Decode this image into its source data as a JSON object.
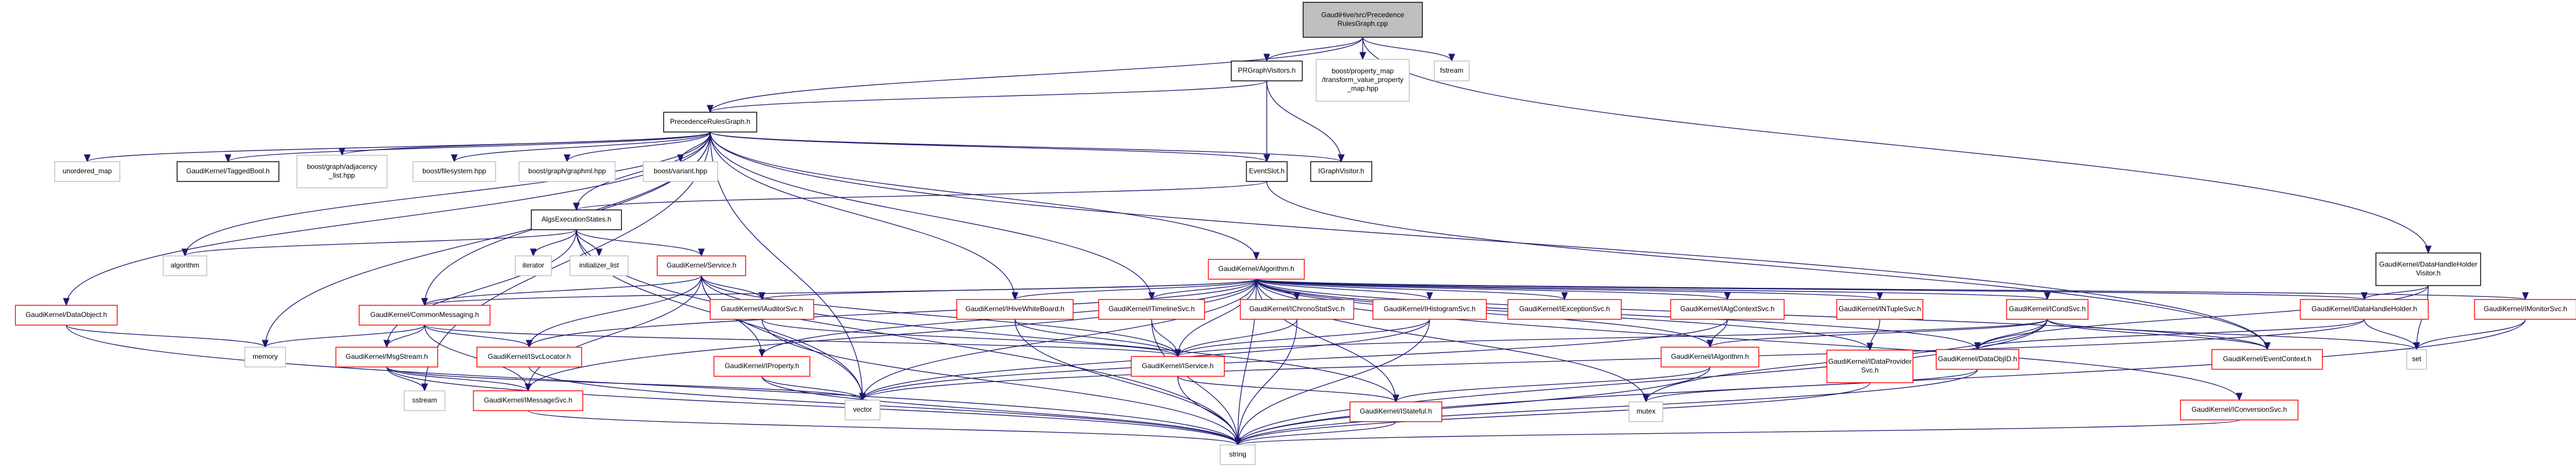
{
  "title": "GaudiHive/src/PrecedenceRulesGraph.cpp include dependency graph",
  "colors": {
    "edge": "#191970",
    "root_fill": "#bfbfbf",
    "documented_border": "#000000",
    "undocumented_border": "#ff0000",
    "system_border": "#bfbfbf"
  },
  "nodes": [
    {
      "id": "cpp",
      "label": [
        "GaudiHive/src/Precedence",
        "RulesGraph.cpp"
      ],
      "kind": "root"
    },
    {
      "id": "prgv",
      "label": [
        "PRGraphVisitors.h"
      ],
      "kind": "doc"
    },
    {
      "id": "pmap",
      "label": [
        "boost/property_map",
        "/transform_value_property",
        "_map.hpp"
      ],
      "kind": "sys"
    },
    {
      "id": "fstream",
      "label": [
        "fstream"
      ],
      "kind": "sys"
    },
    {
      "id": "prg",
      "label": [
        "PrecedenceRulesGraph.h"
      ],
      "kind": "doc"
    },
    {
      "id": "eventslot",
      "label": [
        "EventSlot.h"
      ],
      "kind": "doc"
    },
    {
      "id": "igv",
      "label": [
        "IGraphVisitor.h"
      ],
      "kind": "doc"
    },
    {
      "id": "umap",
      "label": [
        "unordered_map"
      ],
      "kind": "sys"
    },
    {
      "id": "tagged",
      "label": [
        "GaudiKernel/TaggedBool.h"
      ],
      "kind": "doc"
    },
    {
      "id": "adj",
      "label": [
        "boost/graph/adjacency",
        "_list.hpp"
      ],
      "kind": "sys"
    },
    {
      "id": "fs",
      "label": [
        "boost/filesystem.hpp"
      ],
      "kind": "sys"
    },
    {
      "id": "graphml",
      "label": [
        "boost/graph/graphml.hpp"
      ],
      "kind": "sys"
    },
    {
      "id": "variant",
      "label": [
        "boost/variant.hpp"
      ],
      "kind": "sys"
    },
    {
      "id": "aes",
      "label": [
        "AlgsExecutionStates.h"
      ],
      "kind": "doc"
    },
    {
      "id": "algorithm",
      "label": [
        "algorithm"
      ],
      "kind": "sys"
    },
    {
      "id": "iterator",
      "label": [
        "iterator"
      ],
      "kind": "sys"
    },
    {
      "id": "initlist",
      "label": [
        "initializer_list"
      ],
      "kind": "sys"
    },
    {
      "id": "service",
      "label": [
        "GaudiKernel/Service.h"
      ],
      "kind": "red"
    },
    {
      "id": "galg",
      "label": [
        "GaudiKernel/Algorithm.h"
      ],
      "kind": "red"
    },
    {
      "id": "dhhv",
      "label": [
        "GaudiKernel/DataHandleHolder",
        "Visitor.h"
      ],
      "kind": "doc"
    },
    {
      "id": "dataobj",
      "label": [
        "GaudiKernel/DataObject.h"
      ],
      "kind": "red"
    },
    {
      "id": "memory",
      "label": [
        "memory"
      ],
      "kind": "sys"
    },
    {
      "id": "commsg",
      "label": [
        "GaudiKernel/CommonMessaging.h"
      ],
      "kind": "red"
    },
    {
      "id": "msgstream",
      "label": [
        "GaudiKernel/MsgStream.h"
      ],
      "kind": "red"
    },
    {
      "id": "isvcloc",
      "label": [
        "GaudiKernel/ISvcLocator.h"
      ],
      "kind": "red"
    },
    {
      "id": "sstream",
      "label": [
        "sstream"
      ],
      "kind": "sys"
    },
    {
      "id": "imsgsvc",
      "label": [
        "GaudiKernel/IMessageSvc.h"
      ],
      "kind": "red"
    },
    {
      "id": "iauditor",
      "label": [
        "GaudiKernel/IAuditorSvc.h"
      ],
      "kind": "red"
    },
    {
      "id": "iproperty",
      "label": [
        "GaudiKernel/IProperty.h"
      ],
      "kind": "red"
    },
    {
      "id": "vector",
      "label": [
        "vector"
      ],
      "kind": "sys"
    },
    {
      "id": "ihive",
      "label": [
        "GaudiKernel/IHiveWhiteBoard.h"
      ],
      "kind": "red"
    },
    {
      "id": "itimeline",
      "label": [
        "GaudiKernel/ITimelineSvc.h"
      ],
      "kind": "red"
    },
    {
      "id": "ichrono",
      "label": [
        "GaudiKernel/IChronoStatSvc.h"
      ],
      "kind": "red"
    },
    {
      "id": "ihisto",
      "label": [
        "GaudiKernel/IHistogramSvc.h"
      ],
      "kind": "red"
    },
    {
      "id": "iexcept",
      "label": [
        "GaudiKernel/IExceptionSvc.h"
      ],
      "kind": "red"
    },
    {
      "id": "ialgctx",
      "label": [
        "GaudiKernel/IAlgContextSvc.h"
      ],
      "kind": "red"
    },
    {
      "id": "intuple",
      "label": [
        "GaudiKernel/INTupleSvc.h"
      ],
      "kind": "red"
    },
    {
      "id": "icond",
      "label": [
        "GaudiKernel/ICondSvc.h"
      ],
      "kind": "red"
    },
    {
      "id": "idhh",
      "label": [
        "GaudiKernel/IDataHandleHolder.h"
      ],
      "kind": "red"
    },
    {
      "id": "imonitor",
      "label": [
        "GaudiKernel/IMonitorSvc.h"
      ],
      "kind": "red"
    },
    {
      "id": "iservice",
      "label": [
        "GaudiKernel/IService.h"
      ],
      "kind": "red"
    },
    {
      "id": "istateful",
      "label": [
        "GaudiKernel/IStateful.h"
      ],
      "kind": "red"
    },
    {
      "id": "mutex",
      "label": [
        "mutex"
      ],
      "kind": "sys"
    },
    {
      "id": "ialgorithm",
      "label": [
        "GaudiKernel/IAlgorithm.h"
      ],
      "kind": "red"
    },
    {
      "id": "idataprov",
      "label": [
        "GaudiKernel/IDataProvider",
        "Svc.h"
      ],
      "kind": "red"
    },
    {
      "id": "dataobjid",
      "label": [
        "GaudiKernel/DataObjID.h"
      ],
      "kind": "red"
    },
    {
      "id": "eventctx",
      "label": [
        "GaudiKernel/EventContext.h"
      ],
      "kind": "red"
    },
    {
      "id": "set",
      "label": [
        "set"
      ],
      "kind": "sys"
    },
    {
      "id": "iconv",
      "label": [
        "GaudiKernel/IConversionSvc.h"
      ],
      "kind": "red"
    },
    {
      "id": "string",
      "label": [
        "string"
      ],
      "kind": "sys"
    }
  ],
  "edges": [
    [
      "cpp",
      "prgv"
    ],
    [
      "cpp",
      "pmap"
    ],
    [
      "cpp",
      "fstream"
    ],
    [
      "cpp",
      "prg"
    ],
    [
      "cpp",
      "dhhv"
    ],
    [
      "prgv",
      "prg"
    ],
    [
      "prgv",
      "eventslot"
    ],
    [
      "prgv",
      "igv"
    ],
    [
      "prg",
      "umap"
    ],
    [
      "prg",
      "tagged"
    ],
    [
      "prg",
      "adj"
    ],
    [
      "prg",
      "fs"
    ],
    [
      "prg",
      "graphml"
    ],
    [
      "prg",
      "variant"
    ],
    [
      "prg",
      "aes"
    ],
    [
      "prg",
      "eventslot"
    ],
    [
      "prg",
      "igv"
    ],
    [
      "prg",
      "algorithm"
    ],
    [
      "prg",
      "memory"
    ],
    [
      "prg",
      "dataobj"
    ],
    [
      "prg",
      "commsg"
    ],
    [
      "prg",
      "galg"
    ],
    [
      "prg",
      "ihive"
    ],
    [
      "prg",
      "itimeline"
    ],
    [
      "prg",
      "sstream"
    ],
    [
      "prg",
      "vector"
    ],
    [
      "prg",
      "eventctx"
    ],
    [
      "eventslot",
      "aes"
    ],
    [
      "eventslot",
      "eventctx"
    ],
    [
      "aes",
      "algorithm"
    ],
    [
      "aes",
      "iterator"
    ],
    [
      "aes",
      "initlist"
    ],
    [
      "aes",
      "service"
    ],
    [
      "aes",
      "msgstream"
    ],
    [
      "aes",
      "string"
    ],
    [
      "aes",
      "vector"
    ],
    [
      "service",
      "commsg"
    ],
    [
      "service",
      "iauditor"
    ],
    [
      "service",
      "iservice"
    ],
    [
      "service",
      "isvcloc"
    ],
    [
      "service",
      "iproperty"
    ],
    [
      "service",
      "vector"
    ],
    [
      "service",
      "istateful"
    ],
    [
      "service",
      "imsgsvc"
    ],
    [
      "galg",
      "commsg"
    ],
    [
      "galg",
      "iauditor"
    ],
    [
      "galg",
      "ihive"
    ],
    [
      "galg",
      "itimeline"
    ],
    [
      "galg",
      "ichrono"
    ],
    [
      "galg",
      "ihisto"
    ],
    [
      "galg",
      "iexcept"
    ],
    [
      "galg",
      "ialgctx"
    ],
    [
      "galg",
      "intuple"
    ],
    [
      "galg",
      "icond"
    ],
    [
      "galg",
      "imonitor"
    ],
    [
      "galg",
      "iproperty"
    ],
    [
      "galg",
      "iservice"
    ],
    [
      "galg",
      "istateful"
    ],
    [
      "galg",
      "ialgorithm"
    ],
    [
      "galg",
      "idataprov"
    ],
    [
      "galg",
      "dataobjid"
    ],
    [
      "galg",
      "eventctx"
    ],
    [
      "galg",
      "mutex"
    ],
    [
      "galg",
      "vector"
    ],
    [
      "galg",
      "string"
    ],
    [
      "galg",
      "iconv"
    ],
    [
      "galg",
      "imsgsvc"
    ],
    [
      "galg",
      "isvcloc"
    ],
    [
      "galg",
      "idhh"
    ],
    [
      "dhhv",
      "idhh"
    ],
    [
      "dhhv",
      "set"
    ],
    [
      "dhhv",
      "dataobjid"
    ],
    [
      "dataobj",
      "memory"
    ],
    [
      "dataobj",
      "string"
    ],
    [
      "commsg",
      "memory"
    ],
    [
      "commsg",
      "msgstream"
    ],
    [
      "commsg",
      "isvcloc"
    ],
    [
      "commsg",
      "imsgsvc"
    ],
    [
      "commsg",
      "iservice"
    ],
    [
      "msgstream",
      "sstream"
    ],
    [
      "msgstream",
      "imsgsvc"
    ],
    [
      "msgstream",
      "string"
    ],
    [
      "msgstream",
      "vector"
    ],
    [
      "isvcloc",
      "string"
    ],
    [
      "imsgsvc",
      "string"
    ],
    [
      "iauditor",
      "iservice"
    ],
    [
      "iauditor",
      "string"
    ],
    [
      "iproperty",
      "vector"
    ],
    [
      "iproperty",
      "string"
    ],
    [
      "ihive",
      "iservice"
    ],
    [
      "ihive",
      "string"
    ],
    [
      "itimeline",
      "iservice"
    ],
    [
      "itimeline",
      "string"
    ],
    [
      "ichrono",
      "iservice"
    ],
    [
      "ichrono",
      "string"
    ],
    [
      "ihisto",
      "iservice"
    ],
    [
      "ihisto",
      "vector"
    ],
    [
      "ihisto",
      "string"
    ],
    [
      "ialgctx",
      "ialgorithm"
    ],
    [
      "ialgctx",
      "vector"
    ],
    [
      "intuple",
      "idataprov"
    ],
    [
      "icond",
      "ialgorithm"
    ],
    [
      "icond",
      "dataobjid"
    ],
    [
      "icond",
      "eventctx"
    ],
    [
      "icond",
      "set"
    ],
    [
      "icond",
      "mutex"
    ],
    [
      "icond",
      "string"
    ],
    [
      "icond",
      "iservice"
    ],
    [
      "idhh",
      "dataobjid"
    ],
    [
      "idhh",
      "set"
    ],
    [
      "idhh",
      "vector"
    ],
    [
      "imonitor",
      "set"
    ],
    [
      "imonitor",
      "string"
    ],
    [
      "iservice",
      "istateful"
    ],
    [
      "iservice",
      "string"
    ],
    [
      "istateful",
      "string"
    ],
    [
      "ialgorithm",
      "istateful"
    ],
    [
      "ialgorithm",
      "string"
    ],
    [
      "idataprov",
      "string"
    ],
    [
      "dataobjid",
      "string"
    ],
    [
      "dataobjid",
      "mutex"
    ],
    [
      "iconv",
      "string"
    ]
  ]
}
